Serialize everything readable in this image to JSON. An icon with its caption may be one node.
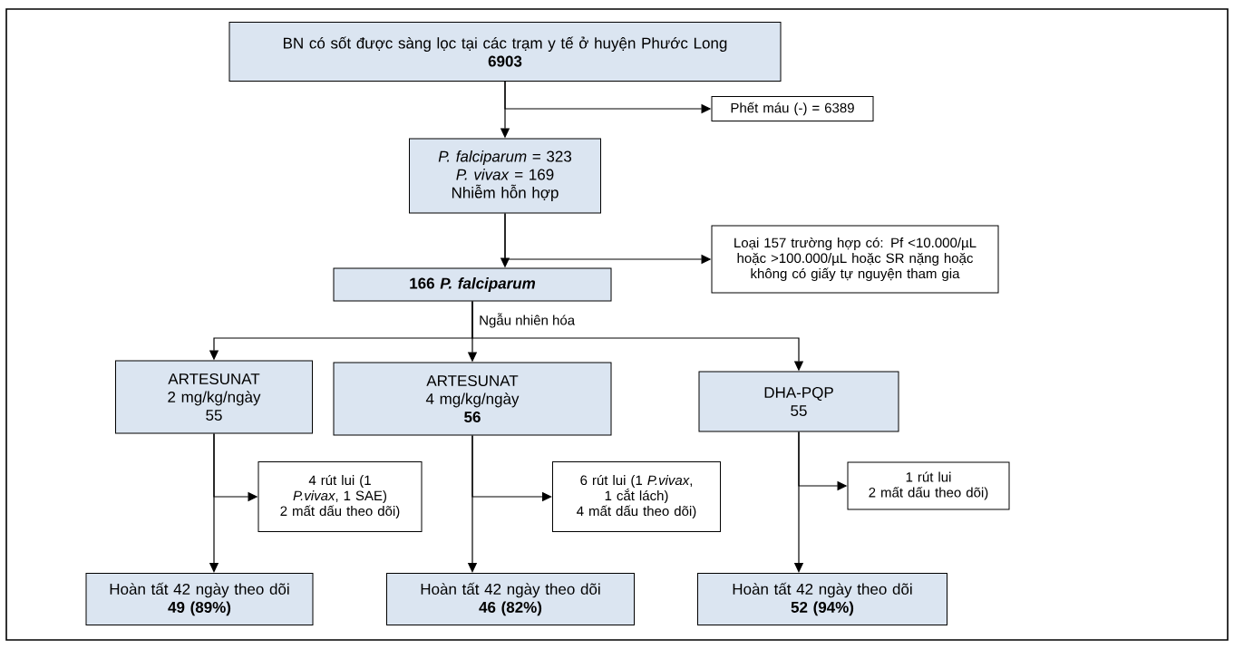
{
  "diagram": {
    "nodes": [
      {
        "text": [
          "BN có sốt được sàng lọc tại các trạm y tế ở huyện Phước Long",
          "6903"
        ]
      },
      {
        "text": [
          "Phết  máu (-) = 6389"
        ]
      },
      {
        "text": [
          "*P. falciparum* = 323",
          "*P. vivax* = 169",
          "Nhiễm hỗn hợp"
        ]
      },
      {
        "text": [
          "Loại 157 trường hợp có: Pf <10.000/µL hoặc >100.000/µL hoặc SR nặng hoặc không có giấy tự nguyện tham gia"
        ]
      },
      {
        "text": [
          "166 *P. falciparum*"
        ]
      },
      {
        "text": [
          "ARTESUNAT",
          "2 mg/kg/ngày",
          "55"
        ]
      },
      {
        "text": [
          "ARTESUNAT",
          "4 mg/kg/ngày",
          "56"
        ]
      },
      {
        "text": [
          "DHA-PQP",
          "55"
        ]
      },
      {
        "text": [
          "4 rút lui (1 *P.vivax*, 1 SAE)",
          "2 mất dấu theo dõi)"
        ]
      },
      {
        "text": [
          "6 rút lui (1 *P.vivax*, 1 cắt lách)",
          "4 mất dấu theo dõi)"
        ]
      },
      {
        "text": [
          "1 rút lui",
          "2 mất dấu theo dõi)"
        ]
      },
      {
        "text": [
          "Hoàn tất 42 ngày theo dõi",
          "49 (89%)"
        ]
      },
      {
        "text": [
          "Hoàn tất 42 ngày theo dõi",
          "46 (82%)"
        ]
      },
      {
        "text": [
          "Hoàn tất 42 ngày theo dõi",
          "52 (94%)"
        ]
      }
    ],
    "edges": [
      {
        "from": 0,
        "to": 2,
        "arrow": "to"
      },
      {
        "from": 0,
        "to": 1,
        "arrow": "to"
      },
      {
        "from": 2,
        "to": 4,
        "arrow": "to"
      },
      {
        "from": 2,
        "to": 3,
        "arrow": "to"
      },
      {
        "from": 4,
        "to": 5,
        "arrow": "to"
      },
      {
        "from": 4,
        "to": 6,
        "arrow": "to",
        "label": "Ngẫu nhiên hóa"
      },
      {
        "from": 4,
        "to": 7,
        "arrow": "to"
      },
      {
        "from": 5,
        "to": 11,
        "arrow": "to"
      },
      {
        "from": 5,
        "to": 8,
        "arrow": "to"
      },
      {
        "from": 6,
        "to": 12,
        "arrow": "to"
      },
      {
        "from": 6,
        "to": 9,
        "arrow": "to"
      },
      {
        "from": 7,
        "to": 13,
        "arrow": "to"
      },
      {
        "from": 7,
        "to": 10,
        "arrow": "to"
      }
    ]
  }
}
